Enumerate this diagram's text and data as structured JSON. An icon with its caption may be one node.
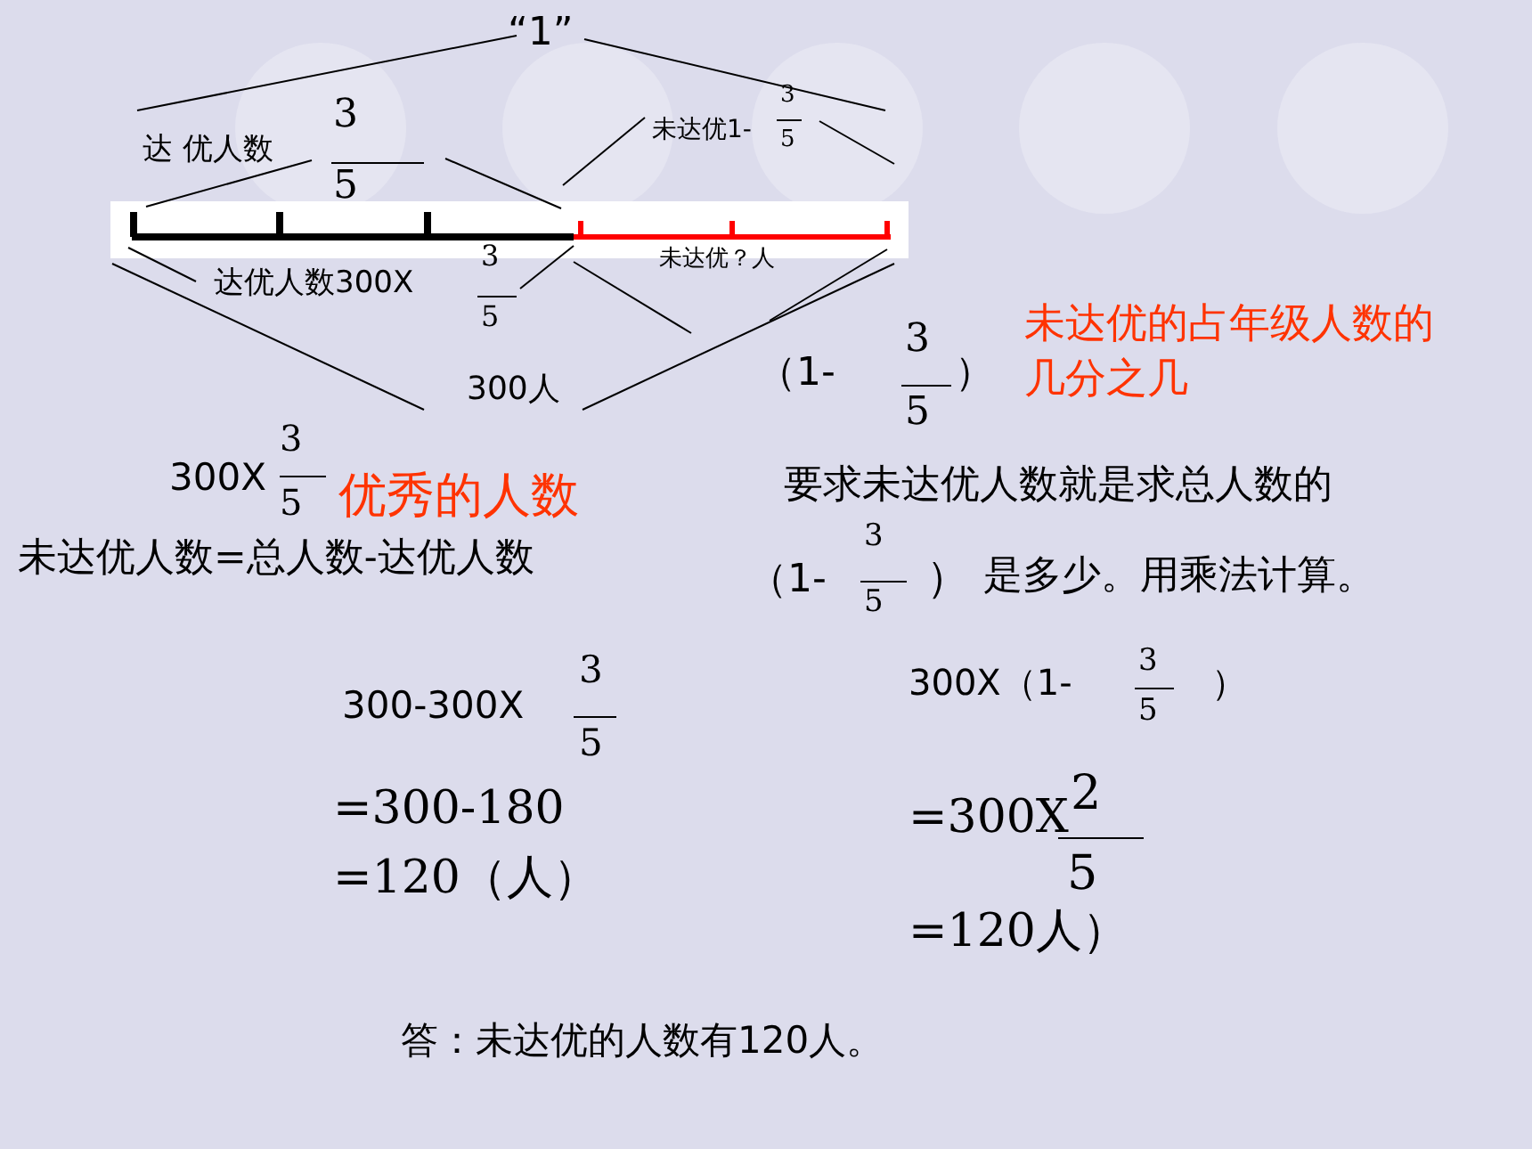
{
  "diagram": {
    "nodes": [
      {
        "text": [],
        "shape": "bar"
      },
      {
        "text": [],
        "shape": "bar"
      }
    ],
    "edges": [],
    "labels": [
      "“1”",
      "达 优人数",
      "3",
      "5",
      "未达优1-",
      "3",
      "5",
      "达优人数300X",
      "3",
      "5",
      "未达优？人",
      "（1-",
      "3",
      "5",
      "）",
      "未达优的占年级人数的几分之几",
      "300人",
      "300X",
      "3",
      "5",
      "优秀的人数",
      "要求未达优人数就是求总人数的",
      "未达优人数=总人数-达优人数",
      "（1-",
      "3",
      "5",
      "）",
      "是多少。用乘法计算。",
      "300-300X",
      "3",
      "5",
      "300X（1-",
      "3",
      "5",
      "）",
      "=300-180",
      "=120（人）",
      "=300X",
      "2",
      "5",
      "=120人）",
      "答：未达优的人数有120人。"
    ]
  }
}
